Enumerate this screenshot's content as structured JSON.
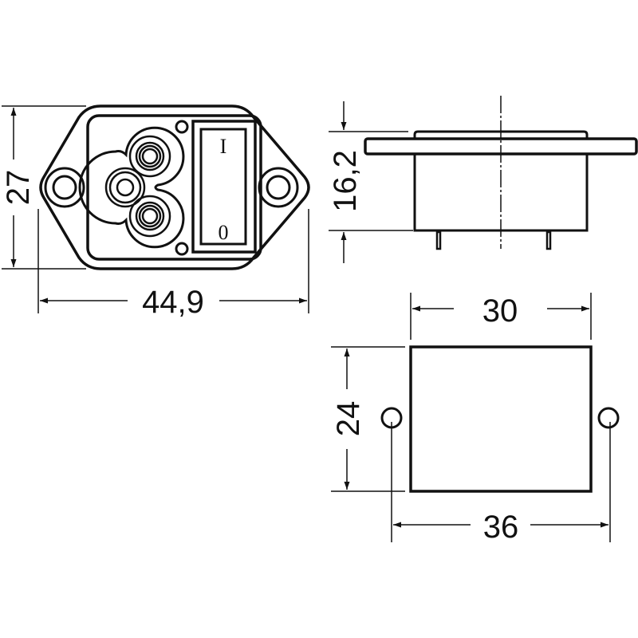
{
  "drawing": {
    "front_view": {
      "dimension_height": "27",
      "dimension_width": "44,9",
      "switch_on_label": "I",
      "switch_off_label": "0"
    },
    "side_view": {
      "dimension_height": "16,2"
    },
    "cutout_view": {
      "dimension_width": "30",
      "dimension_height": "24",
      "dimension_hole_spacing": "36"
    }
  },
  "colors": {
    "stroke": "#111111",
    "background": "#ffffff"
  }
}
